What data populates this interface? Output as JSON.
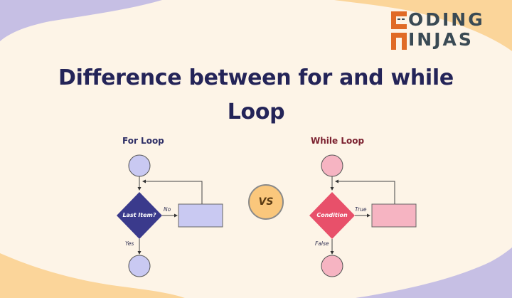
{
  "title": {
    "line1": "Difference between for and while",
    "line2": "Loop"
  },
  "logo": {
    "line1": "ODING",
    "line2": "INJAS",
    "brand_color": "#e06a26",
    "text_color": "#3a4a54"
  },
  "vs_badge": {
    "label": "VS",
    "fill": "#fac77c"
  },
  "for_loop": {
    "label": "For Loop",
    "decision": "Last Item?",
    "no_label": "No",
    "yes_label": "Yes",
    "diamond_color": "#3a3a8c",
    "node_color": "#c9c9f2"
  },
  "while_loop": {
    "label": "While Loop",
    "decision": "Condition",
    "true_label": "True",
    "false_label": "False",
    "diamond_color": "#e8506a",
    "node_color": "#f6b4c2"
  },
  "colors": {
    "background": "#fdf4e7",
    "lavender_wave": "#c6bfe4",
    "orange_wave": "#fbd59a",
    "title": "#242458"
  }
}
